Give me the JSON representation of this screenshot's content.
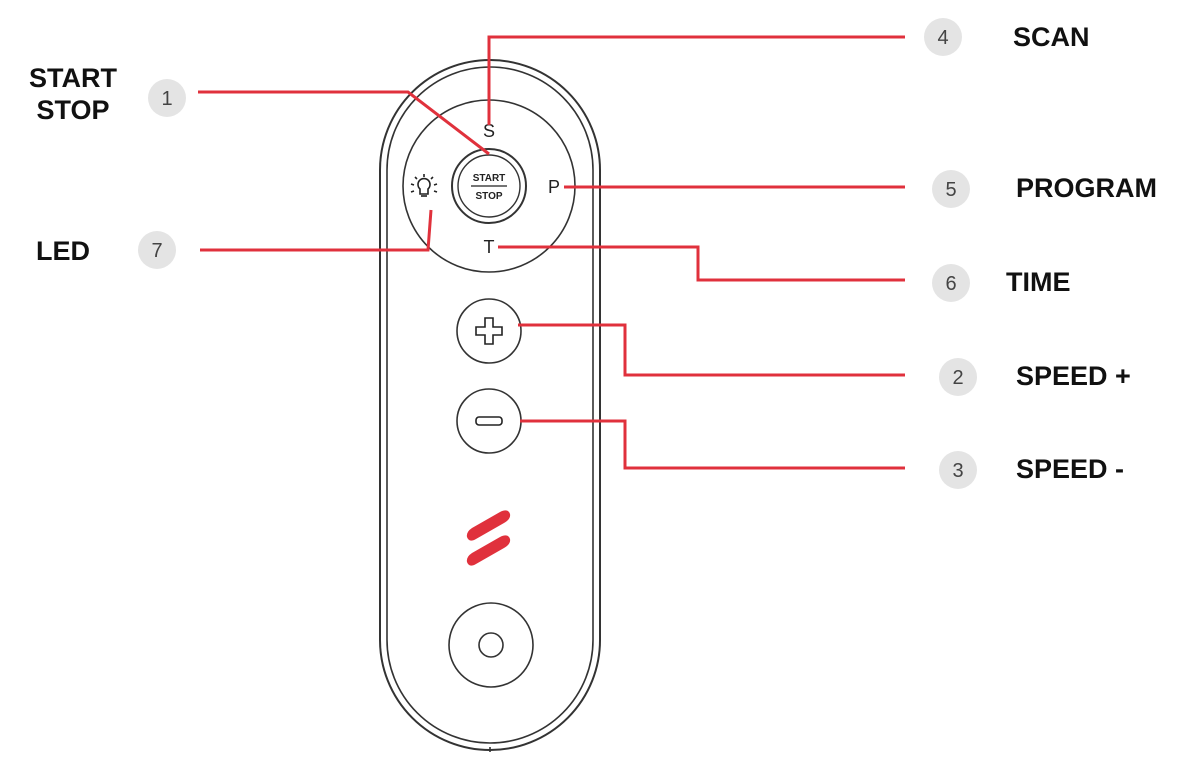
{
  "callouts": {
    "start_stop": {
      "number": "1",
      "label_line1": "START",
      "label_line2": "STOP"
    },
    "speed_plus": {
      "number": "2",
      "label": "SPEED +"
    },
    "speed_minus": {
      "number": "3",
      "label": "SPEED -"
    },
    "scan": {
      "number": "4",
      "label": "SCAN"
    },
    "program": {
      "number": "5",
      "label": "PROGRAM"
    },
    "time": {
      "number": "6",
      "label": "TIME"
    },
    "led": {
      "number": "7",
      "label": "LED"
    }
  },
  "remote": {
    "ring_top_letter": "S",
    "ring_right_letter": "P",
    "ring_bottom_letter": "T",
    "center_button_line1": "START",
    "center_button_line2": "STOP"
  },
  "colors": {
    "leader_line": "#e0313c",
    "badge": "#e4e4e4",
    "logo": "#e0313c"
  },
  "icons": {
    "led": "bulb-icon",
    "speed_plus": "plus-icon",
    "speed_minus": "minus-icon",
    "logo": "brand-logo-icon"
  }
}
